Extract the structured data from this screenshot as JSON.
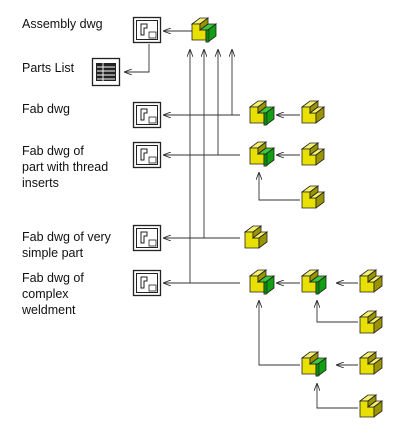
{
  "labels": {
    "assembly": "Assembly dwg",
    "parts_list": "Parts List",
    "fab": "Fab dwg",
    "fab_thread": "Fab dwg of\npart with thread\ninserts",
    "fab_simple": "Fab dwg of very\nsimple part",
    "fab_weldment": "Fab dwg of\ncomplex\nweldment"
  },
  "colors": {
    "part_body": "#e8e000",
    "part_dark": "#9a9400",
    "assembly_face": "#12a012",
    "line": "#333333",
    "drawing_frame": "#222222"
  },
  "icons": {
    "drawing": "drawing-sheet-icon",
    "parts_list": "parts-list-icon",
    "part": "part-block-icon",
    "assembly": "assembly-block-icon"
  }
}
